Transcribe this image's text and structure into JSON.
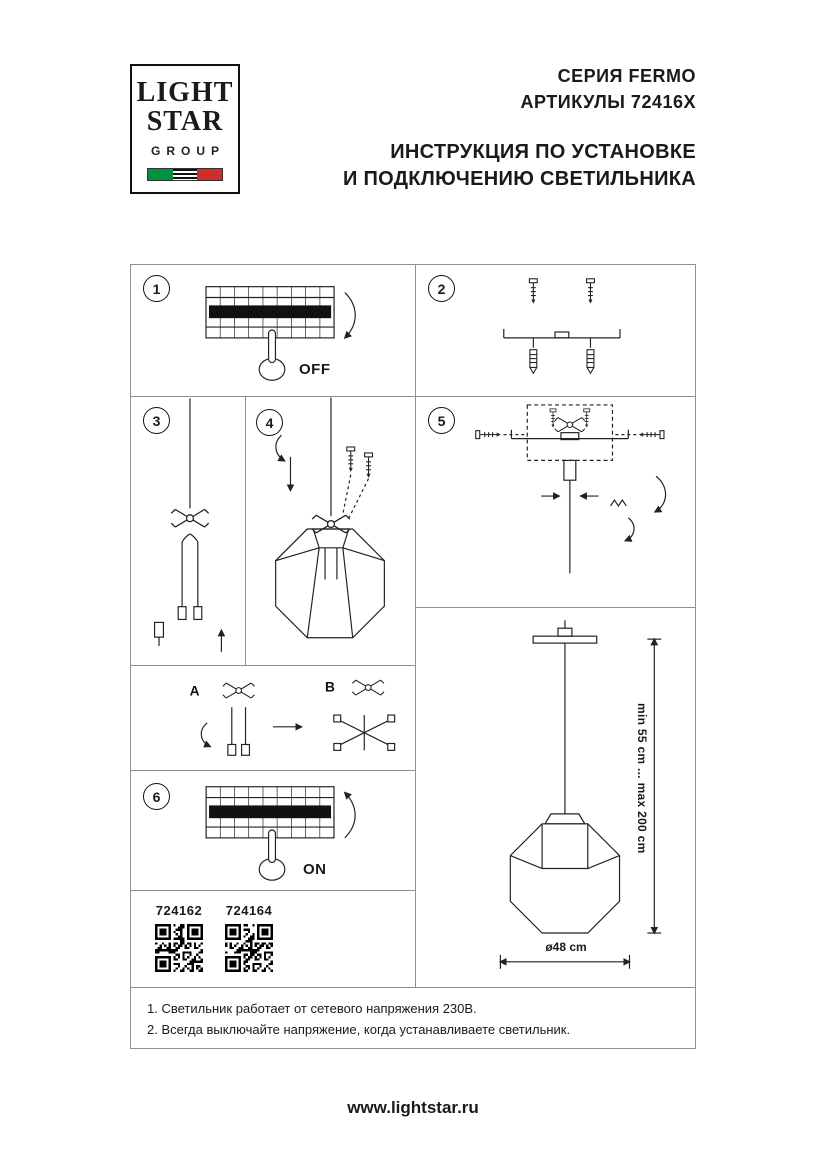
{
  "logo": {
    "line1": "LIGHT",
    "line2": "STAR",
    "line3": "GROUP"
  },
  "header": {
    "series": "СЕРИЯ FERMO",
    "articles": "АРТИКУЛЫ 72416X",
    "instruction_line1": "ИНСТРУКЦИЯ ПО УСТАНОВКЕ",
    "instruction_line2": "И ПОДКЛЮЧЕНИЮ СВЕТИЛЬНИКА"
  },
  "steps": {
    "s1": {
      "number": "1",
      "switch_label": "OFF"
    },
    "s2": {
      "number": "2"
    },
    "s3": {
      "number": "3"
    },
    "s4": {
      "number": "4"
    },
    "s5": {
      "number": "5"
    },
    "s6": {
      "number": "6",
      "switch_label": "ON"
    }
  },
  "detail_ab": {
    "label_a": "A",
    "label_b": "B"
  },
  "products": {
    "code_left": "724162",
    "code_right": "724164"
  },
  "dimensions": {
    "suspension_range": "min 55 cm ... max 200 cm",
    "shade_diameter": "ø48 cm"
  },
  "notes": {
    "line1": "1. Светильник работает от сетевого напряжения 230В.",
    "line2": "2. Всегда выключайте напряжение, когда устанавливаете светильник."
  },
  "footer": {
    "website": "www.lightstar.ru"
  }
}
